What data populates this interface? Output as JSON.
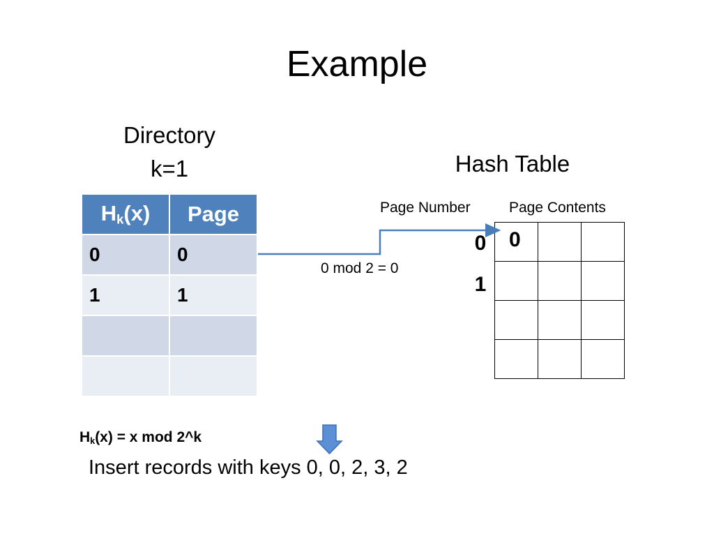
{
  "title": "Example",
  "directory": {
    "label": "Directory",
    "k_label": "k=1",
    "headers": {
      "hash_main": "H",
      "hash_sub": "k",
      "hash_suffix": "(x)",
      "page": "Page"
    },
    "rows": [
      {
        "hash": "0",
        "page": "0"
      },
      {
        "hash": "1",
        "page": "1"
      },
      {
        "hash": "",
        "page": ""
      },
      {
        "hash": "",
        "page": ""
      }
    ]
  },
  "hash_table": {
    "label": "Hash Table",
    "page_number_label": "Page Number",
    "page_contents_label": "Page Contents",
    "page_numbers": [
      "0",
      "1"
    ],
    "cells": [
      [
        "0",
        "",
        ""
      ],
      [
        "",
        "",
        ""
      ],
      [
        "",
        "",
        ""
      ],
      [
        "",
        "",
        ""
      ]
    ]
  },
  "mod_label": "0 mod 2 = 0",
  "formula": {
    "main": "H",
    "sub": "k",
    "rest": "(x) = x mod 2^k"
  },
  "insert_text": "Insert records with keys 0, 0, 2, 3, 2",
  "colors": {
    "header_blue": "#4f81bd",
    "row_odd": "#d0d8e8",
    "row_even": "#e9edf4",
    "arrow": "#4a7ebb"
  }
}
